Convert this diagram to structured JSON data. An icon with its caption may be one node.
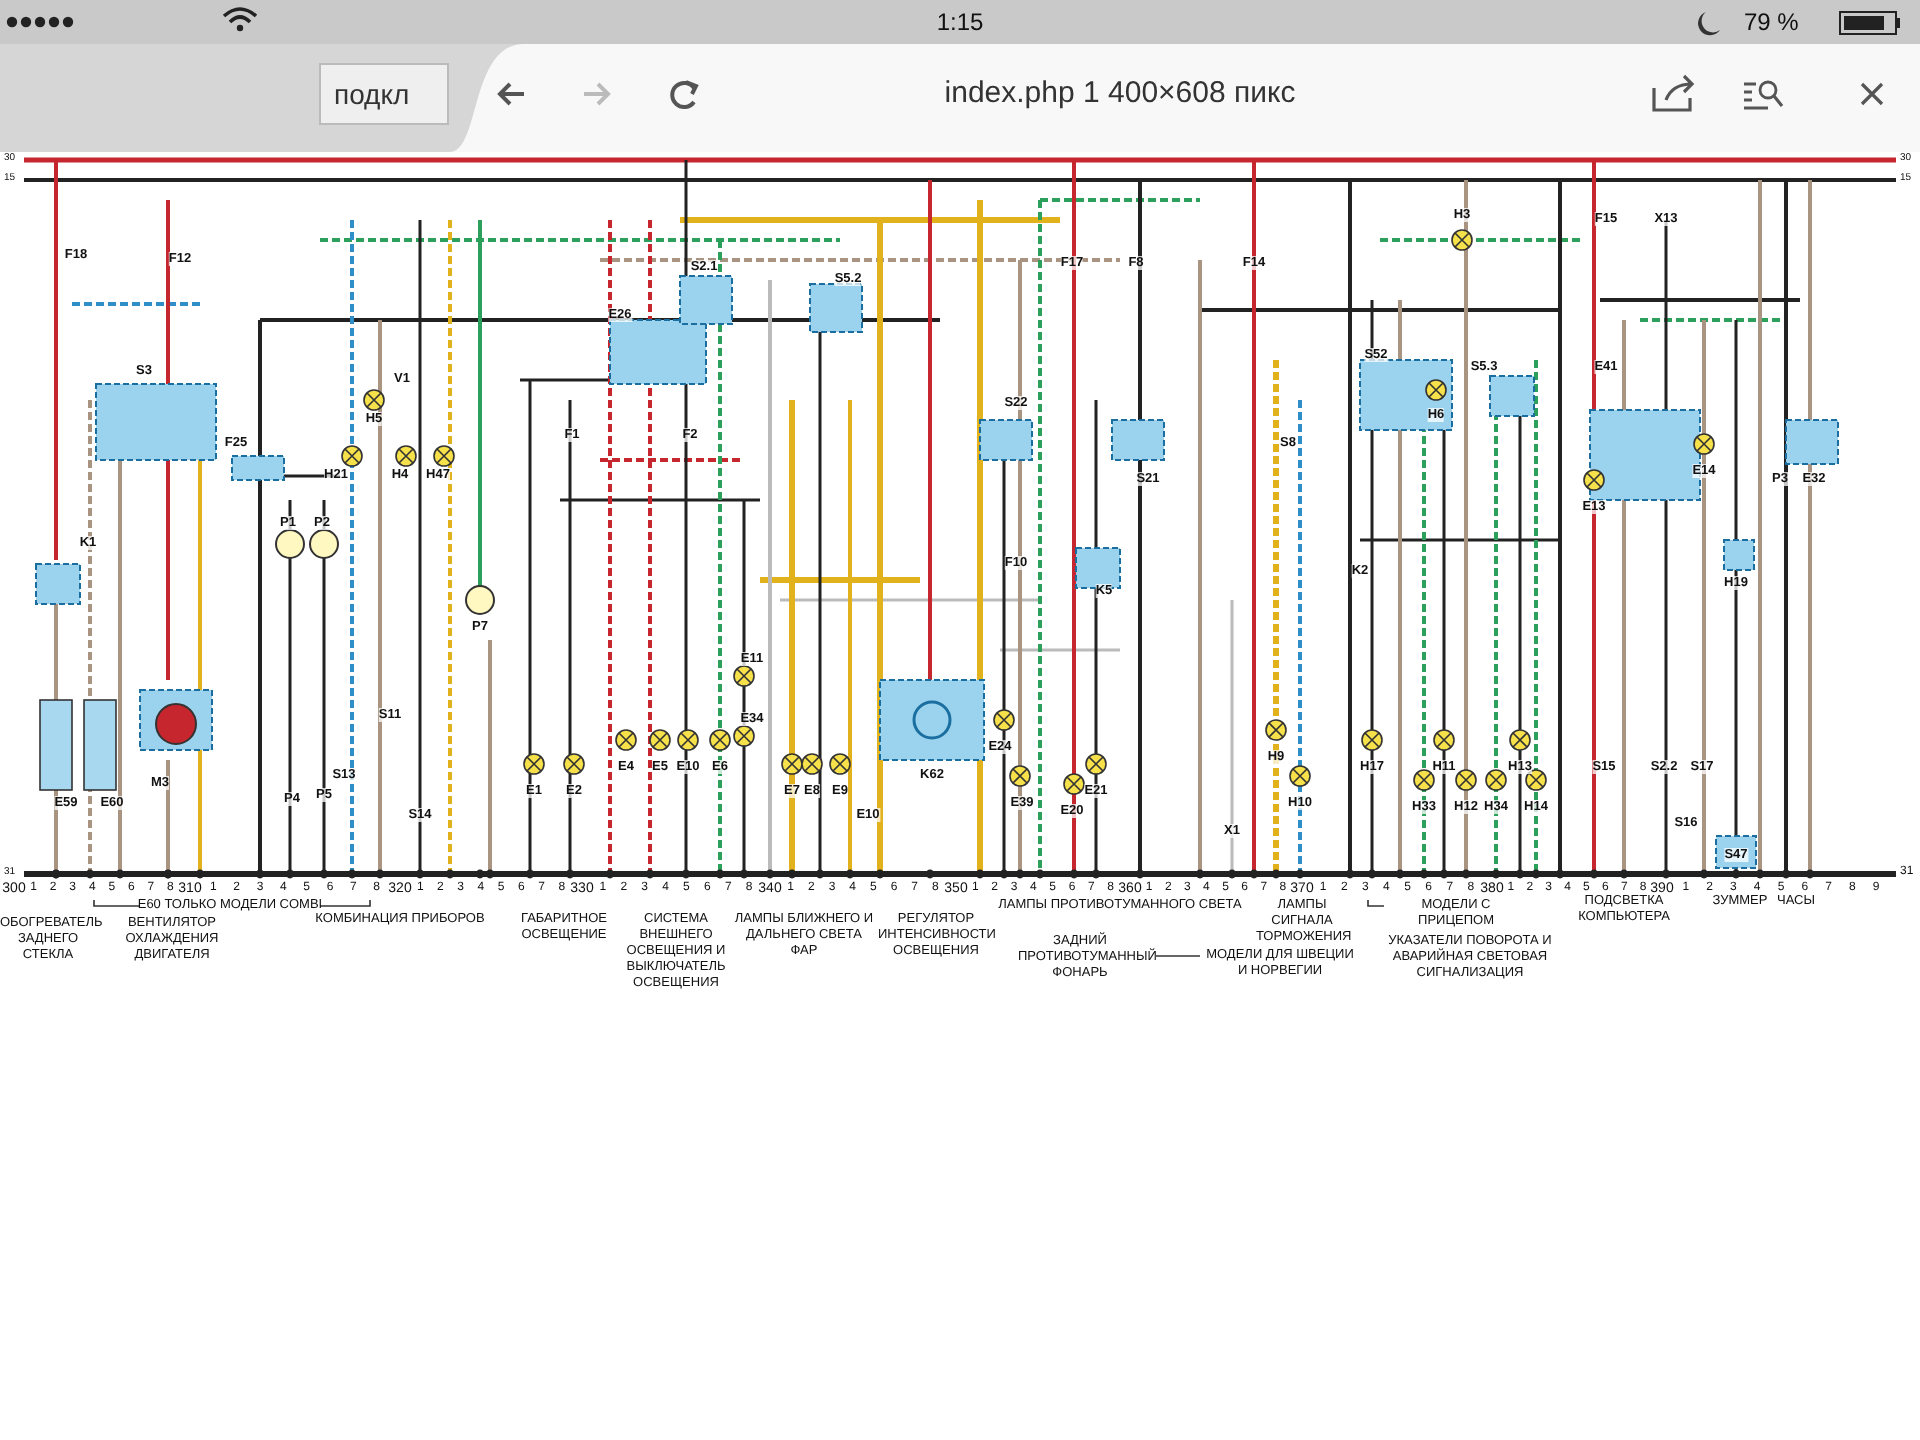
{
  "diagram": {
    "labels": [
      "1:15",
      "79 %",
      "подкл",
      "index.php 1 400×608 пикс",
      "30",
      "15",
      "30",
      "15",
      "31",
      "31",
      "300",
      "1",
      "2",
      "3",
      "4",
      "5",
      "6",
      "7",
      "8",
      "310",
      "1",
      "2",
      "3",
      "4",
      "5",
      "6",
      "7",
      "8",
      "320",
      "1",
      "2",
      "3",
      "4",
      "5",
      "6",
      "7",
      "8",
      "330",
      "1",
      "2",
      "3",
      "4",
      "5",
      "6",
      "7",
      "8",
      "340",
      "1",
      "2",
      "3",
      "4",
      "5",
      "6",
      "7",
      "8",
      "350",
      "1",
      "2",
      "3",
      "4",
      "5",
      "6",
      "7",
      "8",
      "360",
      "1",
      "2",
      "3",
      "4",
      "5",
      "6",
      "7",
      "8",
      "370",
      "1",
      "2",
      "3",
      "4",
      "5",
      "6",
      "7",
      "8",
      "380",
      "1",
      "2",
      "3",
      "4",
      "5",
      "6",
      "7",
      "8",
      "390",
      "1",
      "2",
      "3",
      "4",
      "5",
      "6",
      "7",
      "8",
      "9",
      "ОБОГРЕВАТЕЛЬ ЗАДНЕГО СТЕКЛА",
      "E60 ТОЛЬКО МОДЕЛИ COMBI",
      "ВЕНТИЛЯТОР ОХЛАЖДЕНИЯ ДВИГАТЕЛЯ",
      "КОМБИНАЦИЯ ПРИБОРОВ",
      "ГАБАРИТНОЕ ОСВЕЩЕНИЕ",
      "СИСТЕМА ВНЕШНЕГО ОСВЕЩЕНИЯ И ВЫКЛЮЧАТЕЛЬ ОСВЕЩЕНИЯ",
      "ЛАМПЫ БЛИЖНЕГО И ДАЛЬНЕГО СВЕТА ФАР",
      "РЕГУЛЯТОР ИНТЕНСИВНОСТИ ОСВЕЩЕНИЯ",
      "ЛАМПЫ ПРОТИВОТУМАННОГО СВЕТА",
      "ЗАДНИЙ ПРОТИВОТУМАННЫЙ ФОНАРЬ",
      "МОДЕЛИ ДЛЯ ШВЕЦИИ И НОРВЕГИИ",
      "ЛАМПЫ СИГНАЛА ТОРМОЖЕНИЯ",
      "МОДЕЛИ С ПРИЦЕПОМ",
      "УКАЗАТЕЛИ ПОВОРОТА И АВАРИЙНАЯ СВЕТОВАЯ СИГНАЛИЗАЦИЯ",
      "ПОДСВЕТКА КОМПЬЮТЕРА",
      "ЗУММЕР",
      "ЧАСЫ",
      "F18",
      "K1",
      "S3",
      "F12",
      "E59",
      "E60",
      "M3",
      "F25",
      "P1",
      "P2",
      "P4",
      "P5",
      "S13",
      "H21",
      "H4",
      "H47",
      "H5",
      "V1",
      "S11",
      "S14",
      "P7",
      "E26",
      "S2.1",
      "S5.2",
      "F1",
      "F2",
      "E11",
      "E34",
      "E1",
      "E2",
      "E4",
      "E5",
      "E10",
      "E6",
      "E7",
      "E8",
      "E9",
      "E10",
      "K62",
      "F10",
      "S22",
      "F17",
      "F8",
      "S21",
      "K5",
      "E24",
      "E39",
      "E20",
      "E21",
      "F14",
      "S8",
      "H9",
      "H10",
      "X1",
      "K2",
      "H17",
      "H33",
      "H11",
      "H12",
      "H34",
      "H13",
      "H14",
      "S52",
      "H6",
      "S5.3",
      "H3",
      "F15",
      "X13",
      "E41",
      "E14",
      "E13",
      "H19",
      "P3",
      "E32",
      "S15",
      "S2.2",
      "S17",
      "S16",
      "S47"
    ]
  }
}
